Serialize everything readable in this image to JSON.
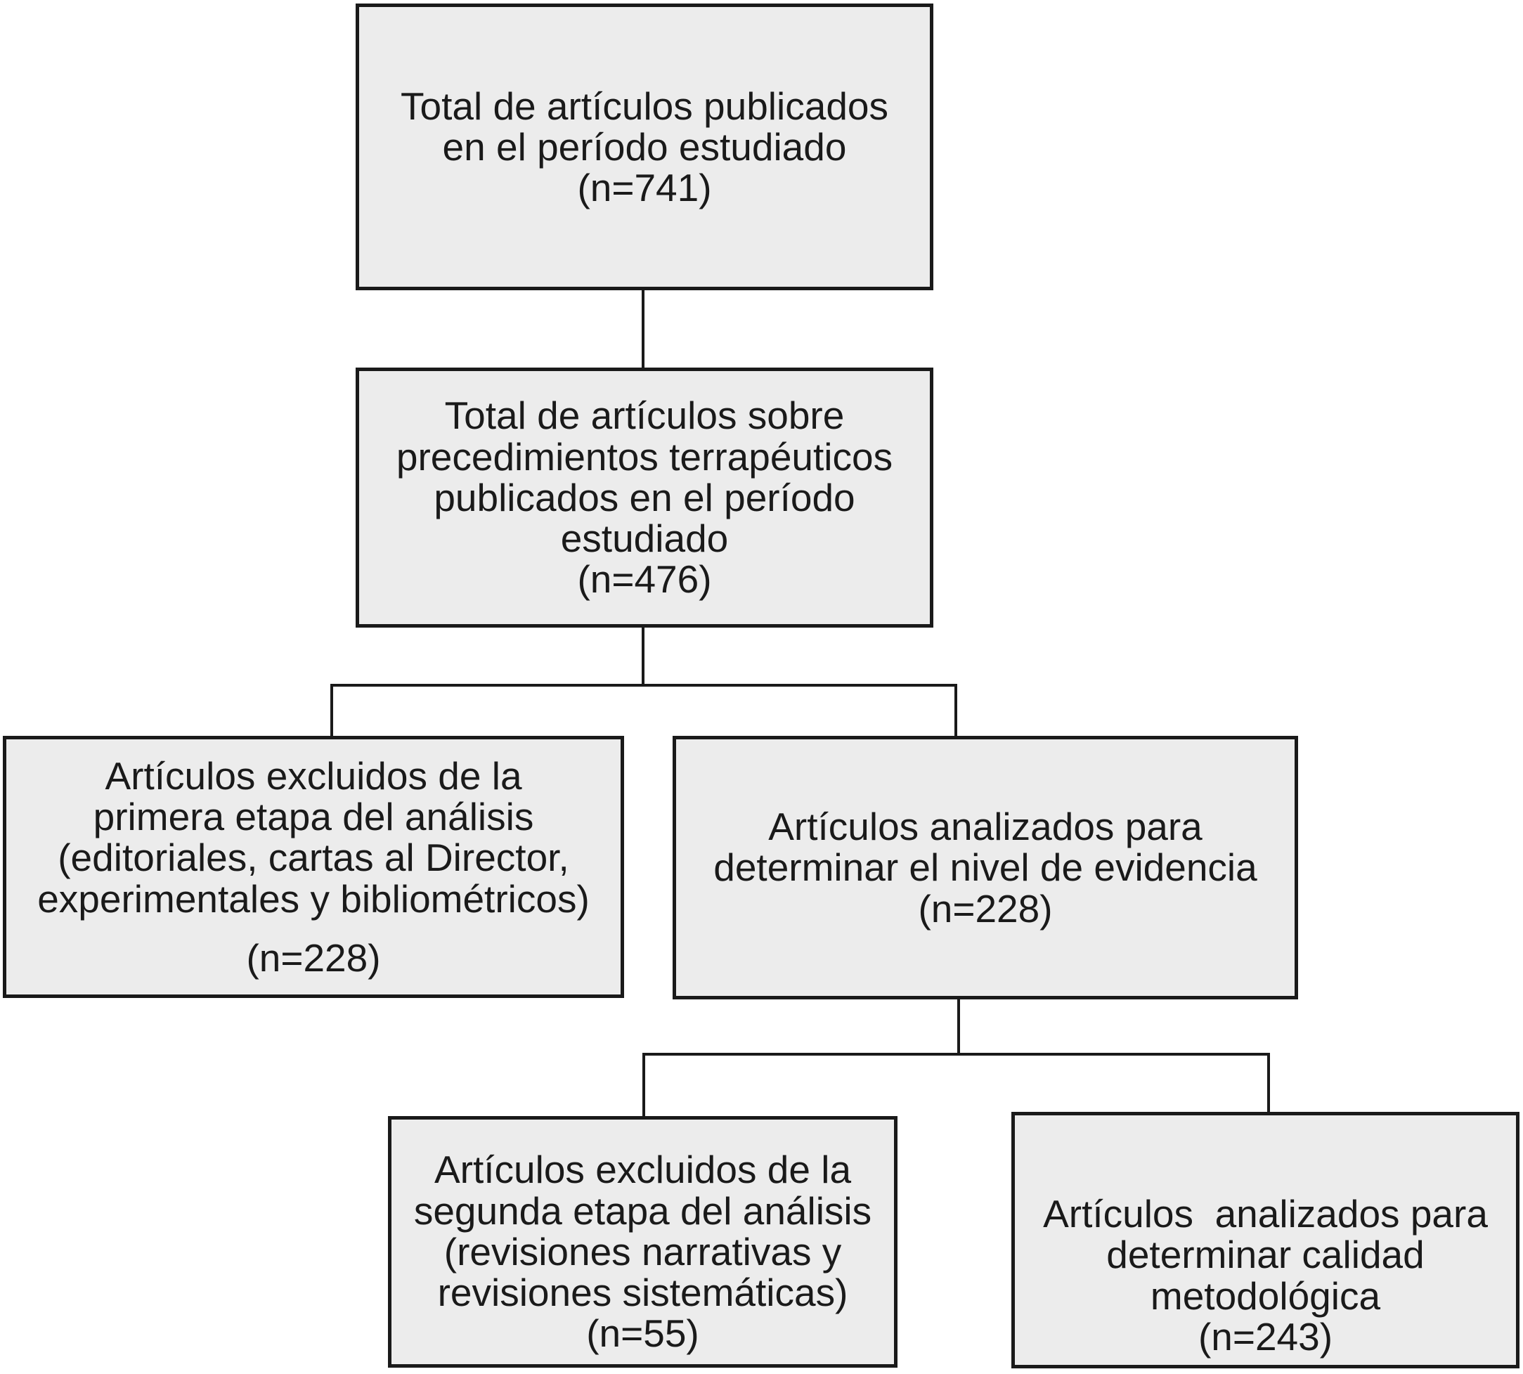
{
  "diagram": {
    "type": "flowchart",
    "language": "es",
    "colors": {
      "background": "#ffffff",
      "box_fill": "#ececec",
      "box_border": "#1a1a1a",
      "text": "#1a1a1a"
    },
    "boxes": [
      {
        "id": "total-published",
        "text": "Total de artículos publicados\nen el período estudiado",
        "n": "(n=741)"
      },
      {
        "id": "total-therapeutic-procedures",
        "text": "Total de artículos sobre\nprecedimientos terrapéuticos\npublicados en el período\nestudiado",
        "n": "(n=476)"
      },
      {
        "id": "excluded-first-stage",
        "text": "Artículos excluidos de la\nprimera etapa del análisis\n(editoriales, cartas al Director,\nexperimentales y bibliométricos)",
        "n": "(n=228)"
      },
      {
        "id": "analyzed-evidence-level",
        "text": "Artículos analizados para\ndeterminar el nivel de evidencia",
        "n": "(n=228)"
      },
      {
        "id": "excluded-second-stage",
        "text": "Artículos excluidos de la\nsegunda etapa del análisis\n(revisiones narrativas y\nrevisiones sistemáticas)",
        "n": "(n=55)"
      },
      {
        "id": "analyzed-methodological-quality",
        "text": "Artículos  analizados para\ndeterminar calidad\nmetodológica",
        "n": "(n=243)"
      }
    ],
    "edges": [
      {
        "from": "total-published",
        "to": "total-therapeutic-procedures"
      },
      {
        "from": "total-therapeutic-procedures",
        "to": "excluded-first-stage"
      },
      {
        "from": "total-therapeutic-procedures",
        "to": "analyzed-evidence-level"
      },
      {
        "from": "analyzed-evidence-level",
        "to": "excluded-second-stage"
      },
      {
        "from": "analyzed-evidence-level",
        "to": "analyzed-methodological-quality"
      }
    ]
  }
}
